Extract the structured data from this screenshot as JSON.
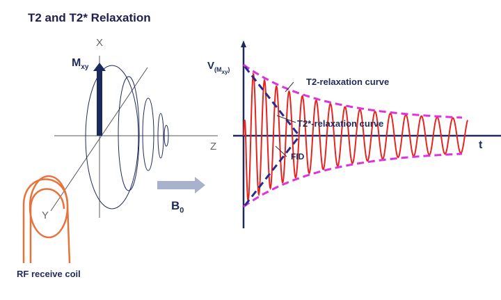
{
  "title": "T2 and T2* Relaxation",
  "left_diagram": {
    "axis_x": "X",
    "axis_y": "Y",
    "axis_z": "Z",
    "vector_label": "M",
    "vector_sub": "xy",
    "coil_label": "RF receive coil",
    "field_label": "B",
    "field_sub": "0"
  },
  "right_diagram": {
    "y_label": "V",
    "y_sub_open": "(M",
    "y_sub_xy": "xy",
    "y_sub_close": ")",
    "x_label": "t",
    "t2_label": "T2-relaxation curve",
    "t2star_label": "T2*-relaxation curve",
    "fid_label": "FID"
  },
  "colors": {
    "navy": "#1f2a5a",
    "signal": "#e8231e",
    "t2": "#dd33dd",
    "t2star": "#2a2a8a",
    "coil": "#e8733a",
    "arrow": "#a8b2cc"
  }
}
